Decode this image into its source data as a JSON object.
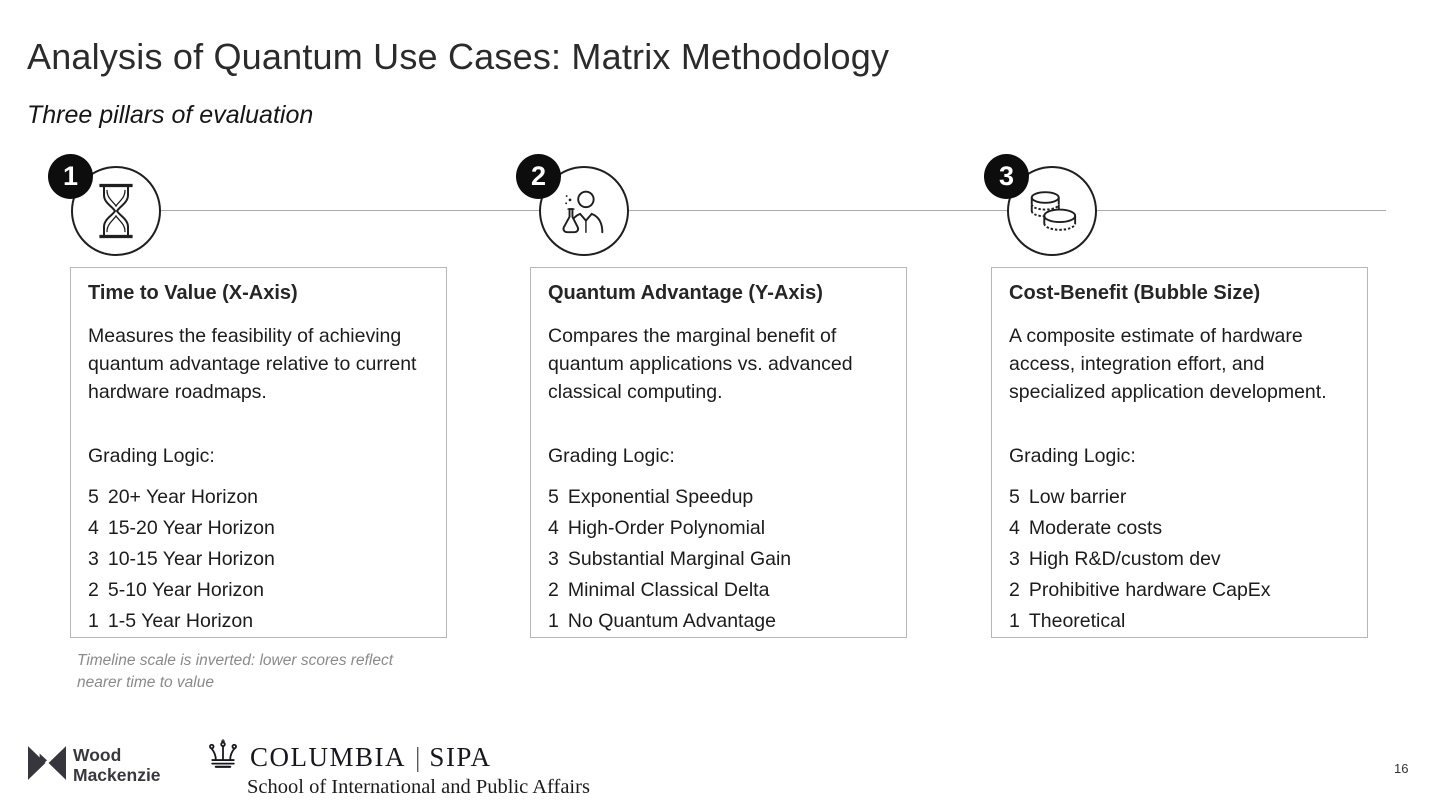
{
  "slide": {
    "title": "Analysis of Quantum Use Cases: Matrix Methodology",
    "subtitle": "Three pillars of evaluation",
    "page_number": "16",
    "footnote": "Timeline scale is inverted: lower scores reflect nearer time to value"
  },
  "pillars": [
    {
      "number": "1",
      "icon": "hourglass-icon",
      "heading": "Time to Value (X-Axis)",
      "description": "Measures the feasibility of achieving quantum advantage relative to current hardware roadmaps.",
      "grading_heading": "Grading Logic:",
      "grading": [
        {
          "score": "5",
          "label": "20+ Year Horizon"
        },
        {
          "score": "4",
          "label": "15-20 Year Horizon"
        },
        {
          "score": "3",
          "label": "10-15 Year Horizon"
        },
        {
          "score": "2",
          "label": "5-10 Year Horizon"
        },
        {
          "score": "1",
          "label": "1-5 Year Horizon"
        }
      ]
    },
    {
      "number": "2",
      "icon": "scientist-icon",
      "heading": "Quantum Advantage (Y-Axis)",
      "description": "Compares the marginal benefit of quantum applications vs. advanced classical computing.",
      "grading_heading": "Grading Logic:",
      "grading": [
        {
          "score": "5",
          "label": "Exponential Speedup"
        },
        {
          "score": "4",
          "label": "High-Order Polynomial"
        },
        {
          "score": "3",
          "label": "Substantial Marginal Gain"
        },
        {
          "score": "2",
          "label": "Minimal Classical Delta"
        },
        {
          "score": "1",
          "label": "No Quantum Advantage"
        }
      ]
    },
    {
      "number": "3",
      "icon": "coins-icon",
      "heading": "Cost-Benefit (Bubble Size)",
      "description": "A composite estimate of hardware access, integration effort, and specialized application development.",
      "grading_heading": "Grading Logic:",
      "grading": [
        {
          "score": "5",
          "label": "Low barrier"
        },
        {
          "score": "4",
          "label": "Moderate costs"
        },
        {
          "score": "3",
          "label": "High R&D/custom dev"
        },
        {
          "score": "2",
          "label": "Prohibitive hardware CapEx"
        },
        {
          "score": "1",
          "label": "Theoretical"
        }
      ]
    }
  ],
  "footer": {
    "woodmac_line1": "Wood",
    "woodmac_line2": "Mackenzie",
    "columbia_wordmark": "COLUMBIA",
    "columbia_divider": "|",
    "columbia_sipa": "SIPA",
    "columbia_school": "School of International and Public Affairs"
  },
  "colors": {
    "text_primary": "#1c1c1c",
    "badge_black": "#0d0d0d",
    "box_border_gray": "#b7b7b7",
    "footnote_gray": "#8a8a8a",
    "connector_gray": "#ababab"
  }
}
